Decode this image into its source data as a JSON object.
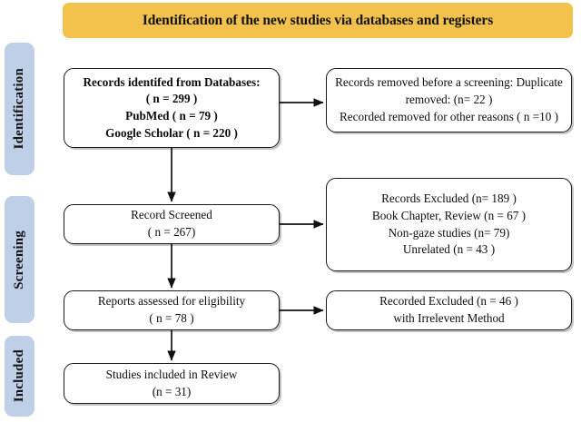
{
  "header": {
    "title": "Identification of the new studies via databases and registers",
    "background_color": "#F2C24C"
  },
  "stages": [
    {
      "id": "identification",
      "label": "Identification",
      "color": "#BFCFE8"
    },
    {
      "id": "screening",
      "label": "Screening",
      "color": "#BFCFE8"
    },
    {
      "id": "included",
      "label": "Included",
      "color": "#BFCFE8"
    }
  ],
  "boxes": {
    "records_identified": {
      "lines": [
        "Records identifed from Databases:",
        "( n = 299 )",
        "PubMed ( n = 79 )",
        "Google Scholar ( n = 220 )"
      ]
    },
    "records_removed": {
      "lines": [
        "Records removed before a screening: Duplicate",
        "removed: (n= 22 )",
        "Recorded removed for other reasons ( n =10 )"
      ]
    },
    "record_screened": {
      "lines": [
        "Record Screened",
        "( n =  267)"
      ]
    },
    "records_excluded": {
      "lines": [
        "Records Excluded  (n= 189 )",
        "Book Chapter, Review (n = 67 )",
        "Non-gaze studies (n= 79)",
        "Unrelated (n = 43 )"
      ]
    },
    "reports_assessed": {
      "lines": [
        "Reports assessed for eligibility",
        "( n = 78  )"
      ]
    },
    "recorded_excluded": {
      "lines": [
        "Recorded Excluded (n = 46 )",
        "with Irrelevent Method"
      ]
    },
    "studies_included": {
      "lines": [
        "Studies included in Review",
        "(n = 31)"
      ]
    }
  },
  "connectors": [
    {
      "id": "identified-to-removed",
      "direction": "right"
    },
    {
      "id": "identified-to-screened",
      "direction": "down"
    },
    {
      "id": "screened-to-excluded",
      "direction": "right"
    },
    {
      "id": "screened-to-reports",
      "direction": "down"
    },
    {
      "id": "reports-to-excluded",
      "direction": "right"
    },
    {
      "id": "reports-to-included",
      "direction": "down"
    }
  ]
}
